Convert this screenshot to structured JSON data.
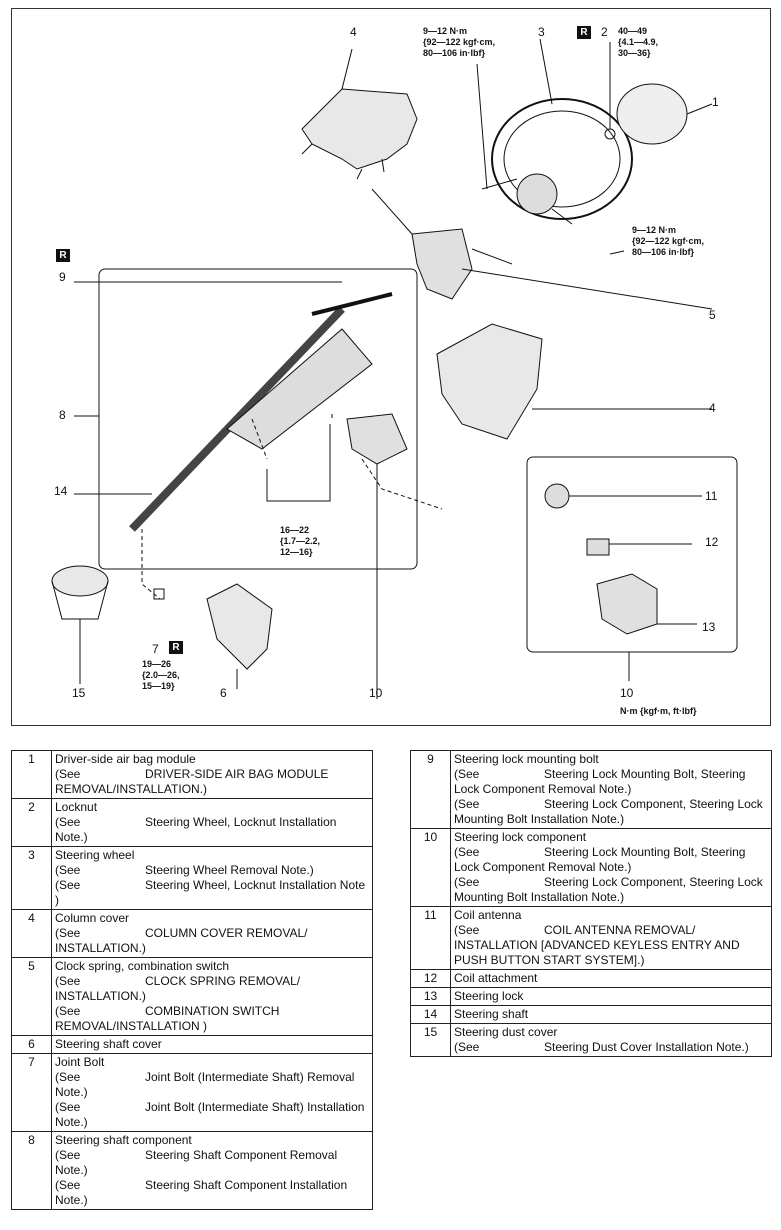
{
  "diagram": {
    "callouts": {
      "c1": "1",
      "c2": "2",
      "c3": "3",
      "c4a": "4",
      "c4b": "4",
      "c5": "5",
      "c8": "8",
      "c9": "9",
      "c10a": "10",
      "c10b": "10",
      "c11": "11",
      "c12": "12",
      "c13": "13",
      "c14": "14",
      "c15": "15",
      "c6": "6",
      "c7": "7"
    },
    "r_marks": {
      "r1": "R",
      "r2": "R",
      "r3": "R"
    },
    "torques": {
      "t_top": "9—12 N·m\n{92—122 kgf·cm,\n80—106 in·lbf}",
      "t_nut": "40—49\n{4.1—4.9,\n30—36}",
      "t_right": "9—12 N·m\n{92—122 kgf·cm,\n80—106 in·lbf}",
      "t_mid": "16—22\n{1.7—2.2,\n12—16}",
      "t_joint": "19—26\n{2.0—26,\n15—19}"
    },
    "units_note": "N·m {kgf·m, ft·lbf}"
  },
  "left_table": [
    {
      "no": "1",
      "name": "Driver-side air bag module",
      "refs": [
        {
          "see": "(See",
          "text": "DRIVER-SIDE AIR BAG MODULE REMOVAL/INSTALLATION.)"
        }
      ]
    },
    {
      "no": "2",
      "name": "Locknut",
      "refs": [
        {
          "see": "(See",
          "text": "Steering Wheel, Locknut Installation Note.)"
        }
      ]
    },
    {
      "no": "3",
      "name": "Steering wheel",
      "refs": [
        {
          "see": "(See",
          "text": "Steering Wheel Removal Note.)"
        },
        {
          "see": "(See",
          "text": "Steering Wheel, Locknut Installation Note )"
        }
      ]
    },
    {
      "no": "4",
      "name": "Column cover",
      "refs": [
        {
          "see": "(See",
          "text": "COLUMN COVER REMOVAL/ INSTALLATION.)"
        }
      ]
    },
    {
      "no": "5",
      "name": "Clock spring, combination switch",
      "refs": [
        {
          "see": "(See",
          "text": "CLOCK SPRING REMOVAL/ INSTALLATION.)"
        },
        {
          "see": "(See",
          "text": "COMBINATION SWITCH REMOVAL/INSTALLATION )"
        }
      ]
    },
    {
      "no": "6",
      "name": "Steering shaft cover",
      "refs": []
    },
    {
      "no": "7",
      "name": "Joint Bolt",
      "refs": [
        {
          "see": "(See",
          "text": "Joint Bolt (Intermediate Shaft) Removal Note.)"
        },
        {
          "see": "(See",
          "text": "Joint Bolt (Intermediate Shaft) Installation Note.)"
        }
      ]
    },
    {
      "no": "8",
      "name": "Steering shaft component",
      "refs": [
        {
          "see": "(See",
          "text": "Steering Shaft Component Removal Note.)"
        },
        {
          "see": "(See",
          "text": "Steering Shaft Component Installation Note.)"
        }
      ]
    }
  ],
  "right_table": [
    {
      "no": "9",
      "name": "Steering lock mounting bolt",
      "refs": [
        {
          "see": "(See",
          "text": "Steering Lock Mounting Bolt, Steering Lock Component Removal Note.)"
        },
        {
          "see": "(See",
          "text": "Steering Lock Component, Steering Lock Mounting Bolt Installation Note.)"
        }
      ]
    },
    {
      "no": "10",
      "name": "Steering lock component",
      "refs": [
        {
          "see": "(See",
          "text": "Steering Lock Mounting Bolt, Steering Lock Component Removal Note.)"
        },
        {
          "see": "(See",
          "text": "Steering Lock Component, Steering Lock Mounting Bolt Installation Note.)"
        }
      ]
    },
    {
      "no": "11",
      "name": "Coil antenna",
      "refs": [
        {
          "see": "(See",
          "text": "COIL ANTENNA REMOVAL/ INSTALLATION [ADVANCED KEYLESS ENTRY AND PUSH BUTTON START SYSTEM].)"
        }
      ]
    },
    {
      "no": "12",
      "name": "Coil attachment",
      "refs": []
    },
    {
      "no": "13",
      "name": "Steering lock",
      "refs": []
    },
    {
      "no": "14",
      "name": "Steering shaft",
      "refs": []
    },
    {
      "no": "15",
      "name": "Steering dust cover",
      "refs": [
        {
          "see": "(See",
          "text": "Steering Dust Cover Installation Note.)"
        }
      ]
    }
  ]
}
